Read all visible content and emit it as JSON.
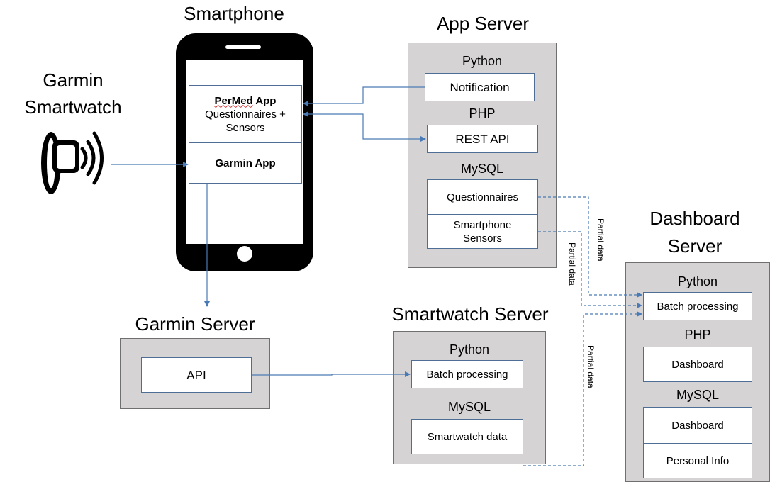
{
  "titles": {
    "garmin_smartwatch_1": "Garmin",
    "garmin_smartwatch_2": "Smartwatch",
    "smartphone": "Smartphone",
    "app_server": "App Server",
    "dashboard_server_1": "Dashboard",
    "dashboard_server_2": "Server",
    "garmin_server": "Garmin Server",
    "smartwatch_server": "Smartwatch Server"
  },
  "smartphone": {
    "permed_app_name": "PerMed",
    "permed_app_suffix": " App",
    "permed_app_line2": "Questionnaires +",
    "permed_app_line3": "Sensors",
    "garmin_app": "Garmin App"
  },
  "app_server": {
    "python": "Python",
    "notification": "Notification",
    "php": "PHP",
    "rest_api": "REST API",
    "mysql": "MySQL",
    "questionnaires": "Questionnaires",
    "smartphone_sensors_1": "Smartphone",
    "smartphone_sensors_2": "Sensors"
  },
  "dashboard_server": {
    "python": "Python",
    "batch_processing": "Batch processing",
    "php": "PHP",
    "dashboard": "Dashboard",
    "mysql": "MySQL",
    "dashboard_db": "Dashboard",
    "personal_info": "Personal Info"
  },
  "garmin_server": {
    "api": "API"
  },
  "smartwatch_server": {
    "python": "Python",
    "batch_processing": "Batch processing",
    "mysql": "MySQL",
    "smartwatch_data": "Smartwatch data"
  },
  "edge_labels": {
    "partial_data_1": "Partial data",
    "partial_data_2": "Partial data",
    "partial_data_3": "Partial data"
  },
  "colors": {
    "panel_bg": "#d6d3d4",
    "connector": "#4a7ab5",
    "box_border": "#4f6e96"
  },
  "icons": {
    "smartwatch": "smartwatch-icon",
    "smartphone": "smartphone-icon"
  }
}
